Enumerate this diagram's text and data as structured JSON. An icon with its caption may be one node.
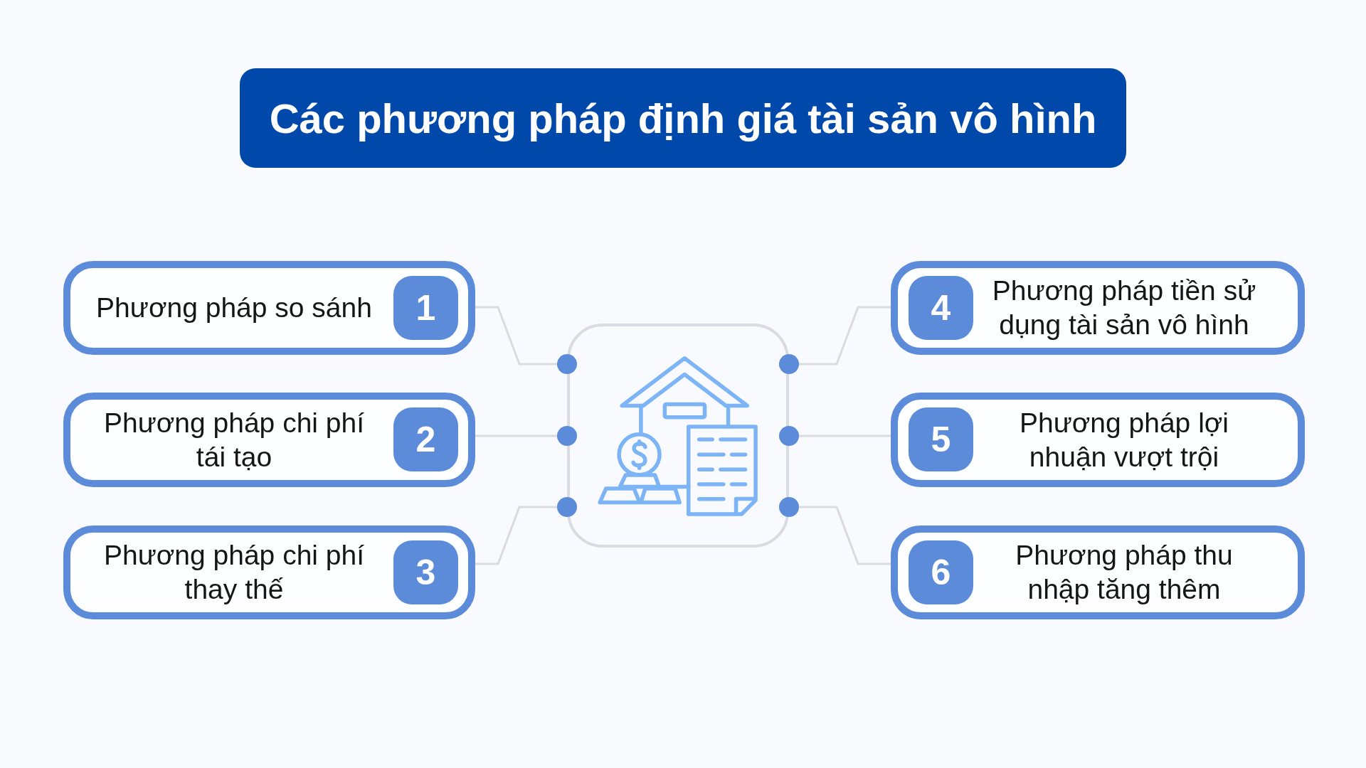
{
  "diagram": {
    "title": "Các phương pháp định giá tài sản vô hình",
    "nodes": [
      {
        "text": [
          "Phương pháp so sánh"
        ]
      },
      {
        "text": [
          "1"
        ],
        "in": 0
      },
      {
        "text": [
          "Phương pháp chi phí tái tạo"
        ]
      },
      {
        "text": [
          "2"
        ],
        "in": 2
      },
      {
        "text": [
          "Phương pháp chi phí thay thế"
        ]
      },
      {
        "text": [
          "3"
        ],
        "in": 4
      },
      {
        "text": [],
        "shape": "picture"
      },
      {
        "text": [
          "Phương pháp tiền sử dụng tài sản vô hình"
        ]
      },
      {
        "text": [
          "4"
        ],
        "in": 7
      },
      {
        "text": [
          "Phương pháp lợi nhuận vượt trội"
        ]
      },
      {
        "text": [
          "5"
        ],
        "in": 9
      },
      {
        "text": [
          "Phương pháp thu nhập tăng thêm"
        ]
      },
      {
        "text": [
          "6"
        ],
        "in": 11
      }
    ],
    "edges": [
      {
        "from": 6,
        "to": 0,
        "arrow": "other"
      },
      {
        "from": 6,
        "to": 2,
        "arrow": "other"
      },
      {
        "from": 6,
        "to": 4,
        "arrow": "other"
      },
      {
        "from": 6,
        "to": 7,
        "arrow": "other"
      },
      {
        "from": 6,
        "to": 9,
        "arrow": "other"
      },
      {
        "from": 6,
        "to": 11,
        "arrow": "other"
      }
    ]
  }
}
